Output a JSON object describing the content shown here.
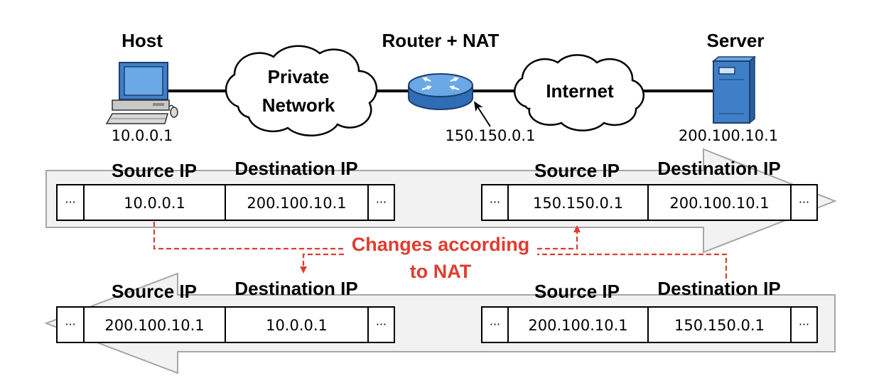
{
  "nodes": {
    "host": {
      "title": "Host",
      "ip": "10.0.0.1"
    },
    "router": {
      "title": "Router + NAT",
      "ip": "150.150.0.1"
    },
    "server": {
      "title": "Server",
      "ip": "200.100.10.1"
    },
    "private_cloud": {
      "line1": "Private",
      "line2": "Network"
    },
    "internet_cloud": {
      "label": "Internet"
    }
  },
  "packets": [
    {
      "source_header": "Source IP",
      "dest_header": "Destination IP",
      "cells": [
        "···",
        "10.0.0.1",
        "200.100.10.1",
        "···"
      ]
    },
    {
      "source_header": "Source IP",
      "dest_header": "Destination IP",
      "cells": [
        "···",
        "150.150.0.1",
        "200.100.10.1",
        "···"
      ]
    },
    {
      "source_header": "Source IP",
      "dest_header": "Destination IP",
      "cells": [
        "···",
        "200.100.10.1",
        "10.0.0.1",
        "···"
      ]
    },
    {
      "source_header": "Source IP",
      "dest_header": "Destination IP",
      "cells": [
        "···",
        "200.100.10.1",
        "150.150.0.1",
        "···"
      ]
    }
  ],
  "annotation": {
    "line1": "Changes according",
    "line2": "to NAT"
  },
  "colors": {
    "annotation": "#e03c31",
    "flow_arrow_fill": "#f2f2f2",
    "flow_arrow_stroke": "#a6a6a6",
    "device_blue": "#3f7fc8"
  }
}
